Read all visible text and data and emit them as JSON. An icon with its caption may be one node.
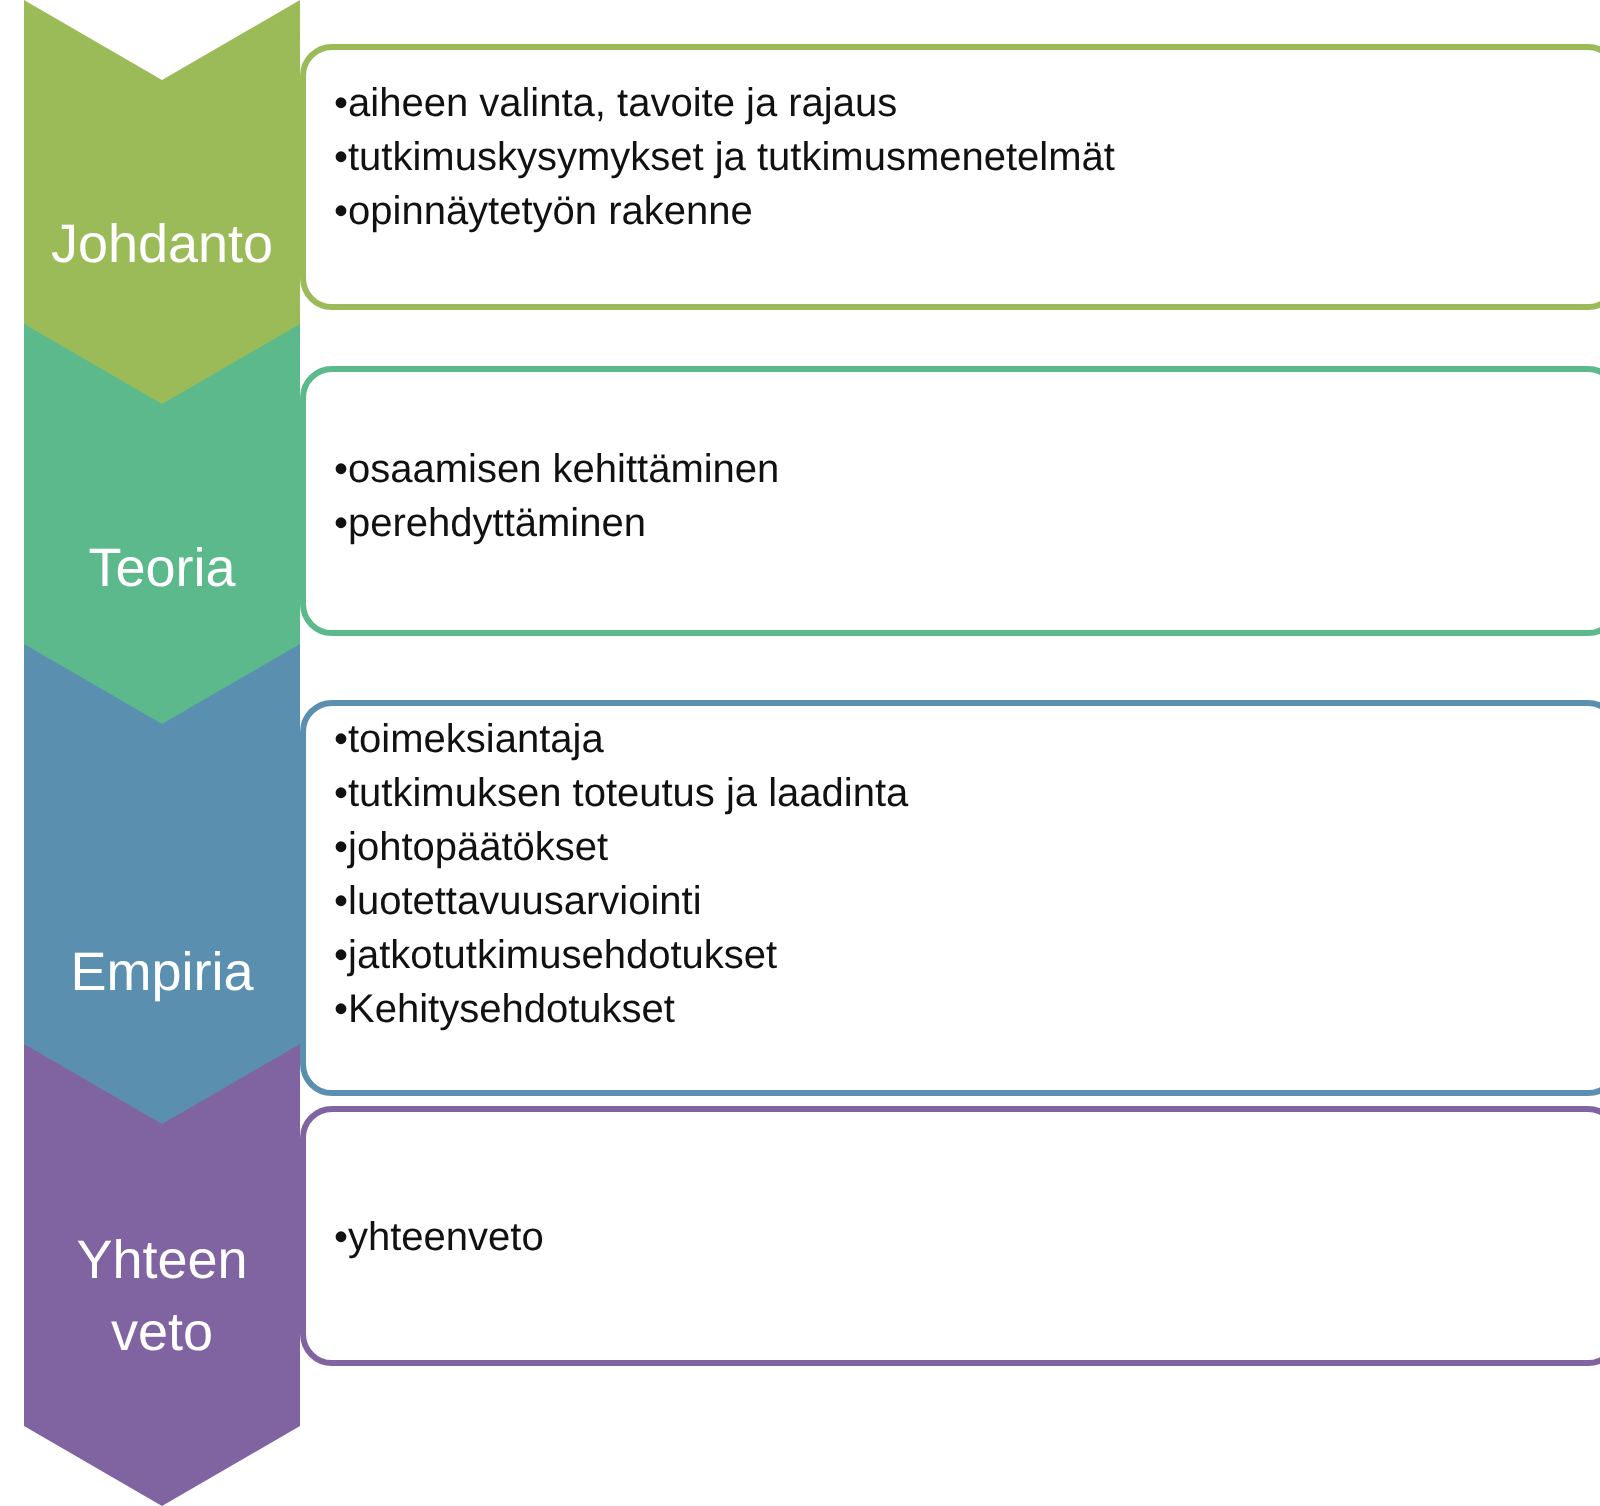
{
  "diagram": {
    "nodes": [
      {
        "text": [
          "Johdanto"
        ]
      },
      {
        "text": [
          "•aiheen valinta, tavoite ja rajaus",
          "•tutkimuskysymykset ja tutkimusmenetelmät",
          "•opinnäytetyön rakenne"
        ]
      },
      {
        "text": [
          "Teoria"
        ]
      },
      {
        "text": [
          "•osaamisen kehittäminen",
          "•perehdyttäminen"
        ]
      },
      {
        "text": [
          "Empiria"
        ]
      },
      {
        "text": [
          "•toimeksiantaja",
          "•tutkimuksen toteutus ja laadinta",
          "•johtopäätökset",
          "•luotettavuusarviointi",
          "•jatkotutkimusehdotukset",
          "•Kehitysehdotukset"
        ]
      },
      {
        "text": [
          "Yhteen veto"
        ]
      },
      {
        "text": [
          "•yhteenveto"
        ]
      }
    ]
  }
}
